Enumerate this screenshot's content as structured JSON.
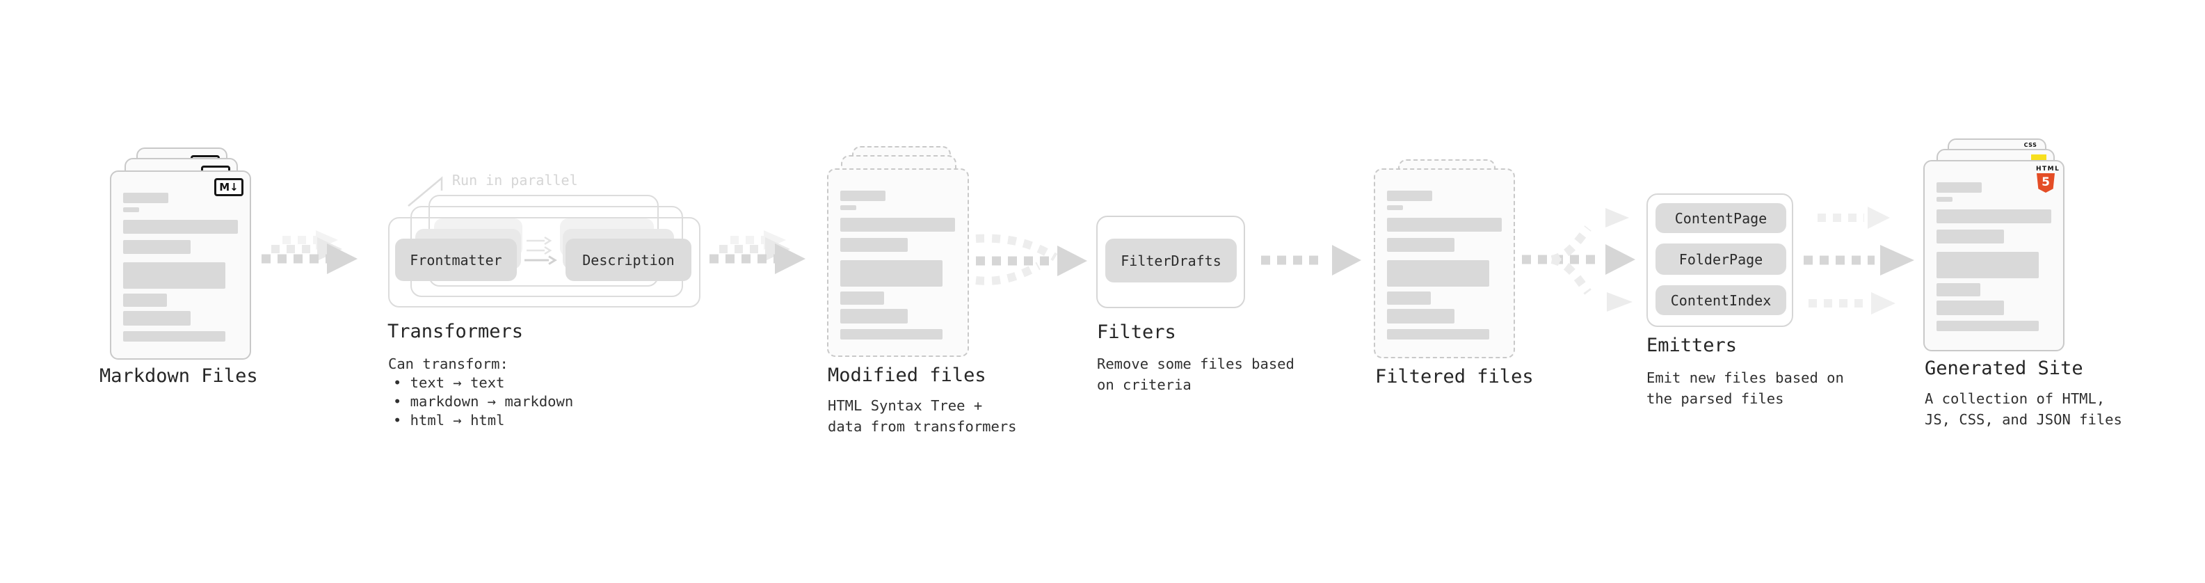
{
  "colors": {
    "html5_orange": "#e44d26",
    "js_yellow": "#f7df1e",
    "css_blue": "#2962ff",
    "bar_gray": "#d9d9d9",
    "arrow_gray": "#d6d6d6",
    "arrow_light": "#ececec",
    "text": "#2c2c2c",
    "muted_label": "#d5d5d5"
  },
  "stages": {
    "markdown_files": {
      "label": "Markdown Files",
      "badge": "M↓"
    },
    "transformers": {
      "label": "Transformers",
      "annotation": "Run in parallel",
      "pill_left": "Frontmatter",
      "pill_right": "Description",
      "caption_title": "Can transform:",
      "bullets": [
        "• text → text",
        "• markdown → markdown",
        "• html → html"
      ]
    },
    "modified_files": {
      "label": "Modified files",
      "caption": "HTML Syntax Tree +\ndata from transformers"
    },
    "filters": {
      "label": "Filters",
      "pill": "FilterDrafts",
      "caption": "Remove some files based\non criteria"
    },
    "filtered_files": {
      "label": "Filtered files"
    },
    "emitters": {
      "label": "Emitters",
      "pills": [
        "ContentPage",
        "FolderPage",
        "ContentIndex"
      ],
      "caption": "Emit new files based on\nthe parsed files"
    },
    "generated_site": {
      "label": "Generated Site",
      "caption": "A collection of HTML,\nJS, CSS, and JSON files",
      "badge_html_label": "HTML",
      "badge_html_number": "5",
      "badge_css_label": "CSS"
    }
  }
}
